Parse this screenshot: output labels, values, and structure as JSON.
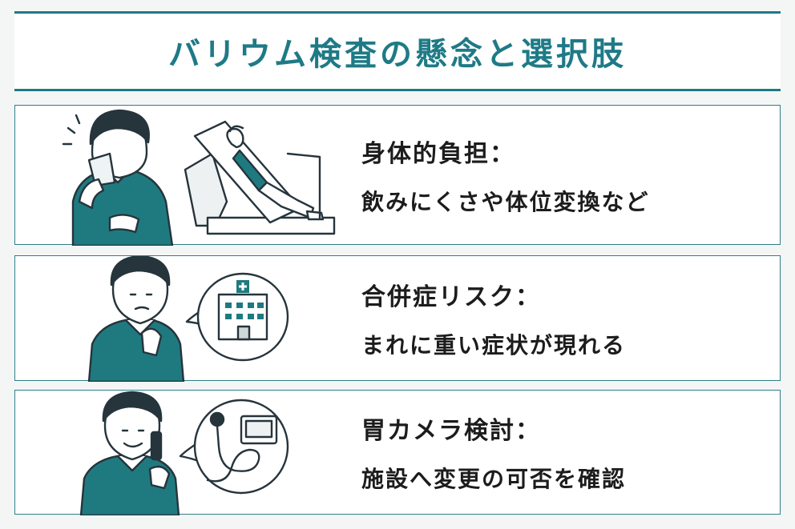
{
  "title": "バリウム検査の懸念と選択肢",
  "cards": [
    {
      "heading": "身体的負担：",
      "description": "飲みにくさや体位変換など"
    },
    {
      "heading": "合併症リスク：",
      "description": "まれに重い症状が現れる"
    },
    {
      "heading": "胃カメラ検討：",
      "description": "施設へ変更の可否を確認"
    }
  ],
  "colors": {
    "accent": "#1e7a86",
    "sweater": "#1f7a80",
    "hair": "#26343c"
  },
  "icons": [
    "drinking-man-icon",
    "xray-table-icon",
    "worried-man-icon",
    "hospital-icon",
    "phone-man-icon",
    "endoscope-icon"
  ]
}
